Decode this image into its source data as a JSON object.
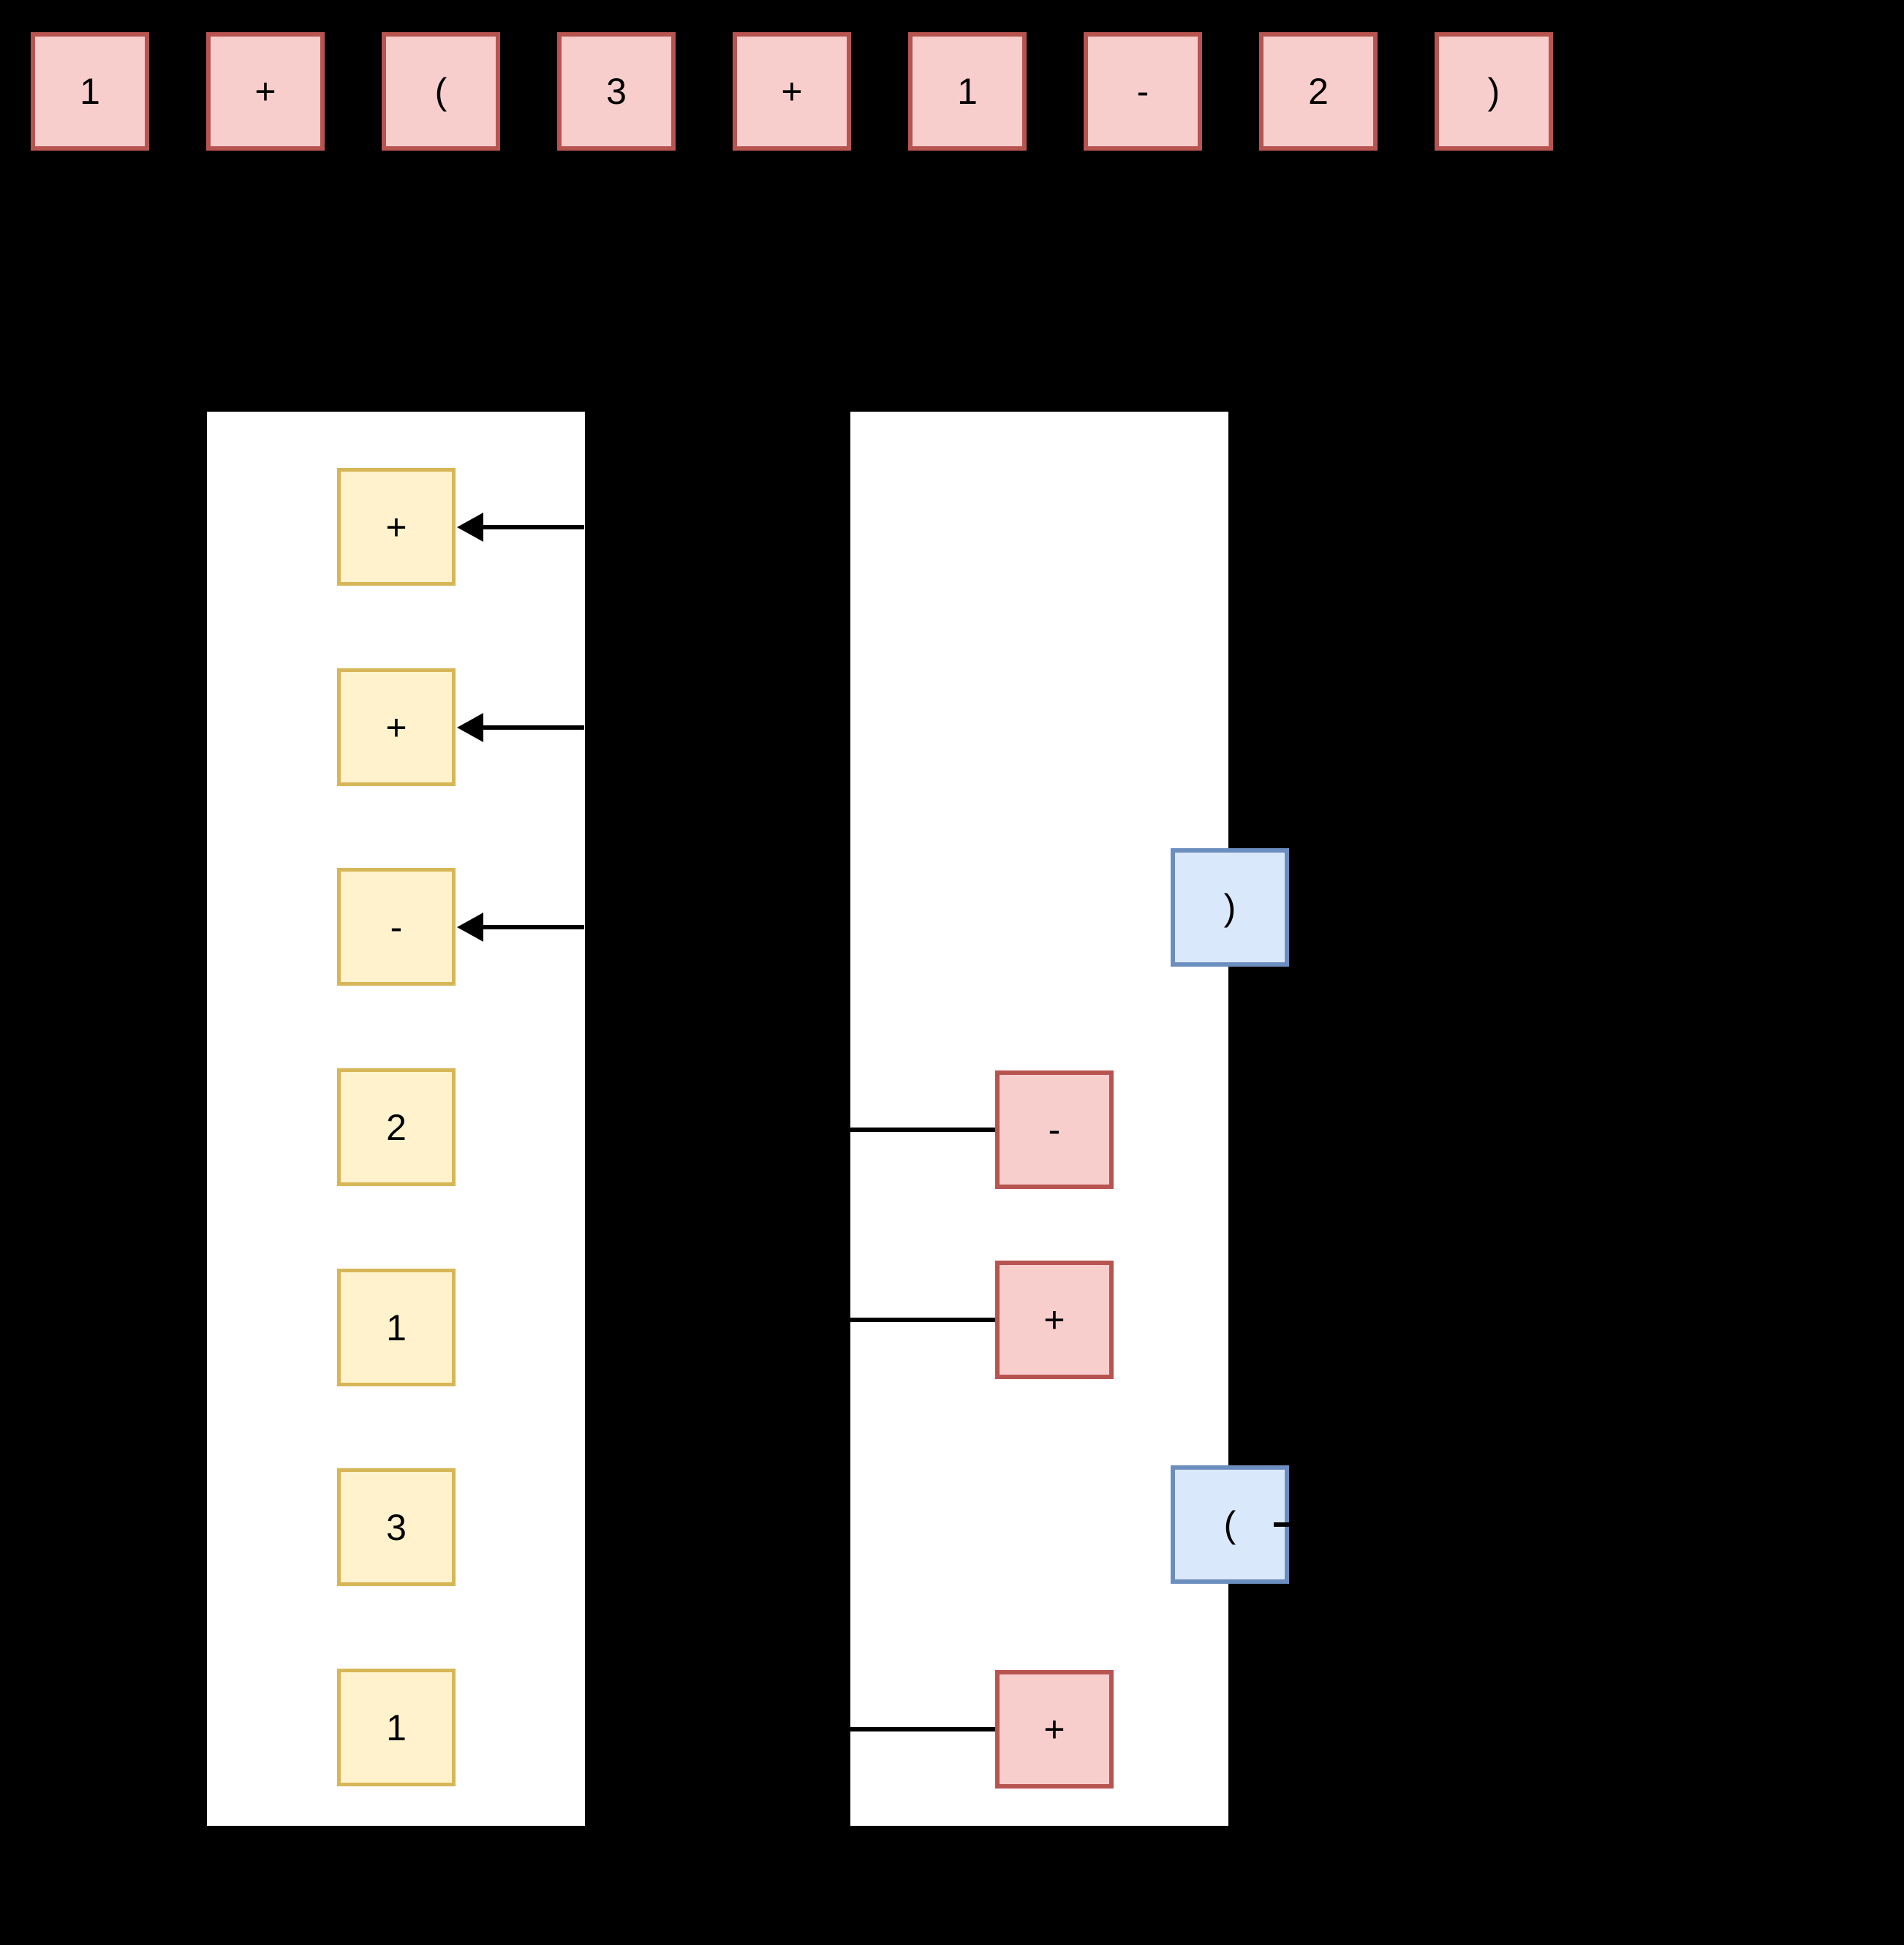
{
  "diagram": {
    "expression_tokens": [
      "1",
      "+",
      "(",
      "3",
      "+",
      "1",
      "-",
      "2",
      ")"
    ],
    "left_stack": {
      "items": [
        "+",
        "+",
        "-",
        "2",
        "1",
        "3",
        "1"
      ],
      "arrowed_item_indexes": [
        0,
        1,
        2
      ]
    },
    "right_stack": {
      "operator_items": [
        "-",
        "+",
        "+"
      ],
      "paren_items": [
        ")",
        "("
      ]
    },
    "colors": {
      "background": "#000000",
      "panel": "#FFFFFF",
      "token_fill": "#F8CECC",
      "token_border": "#B85450",
      "number_fill": "#FFF2CC",
      "number_border": "#D6B656",
      "operator_fill": "#F8CECC",
      "operator_border": "#B85450",
      "paren_fill": "#DAE8FC",
      "paren_border": "#6C8EBF",
      "connector": "#000000",
      "text": "#000000"
    }
  }
}
